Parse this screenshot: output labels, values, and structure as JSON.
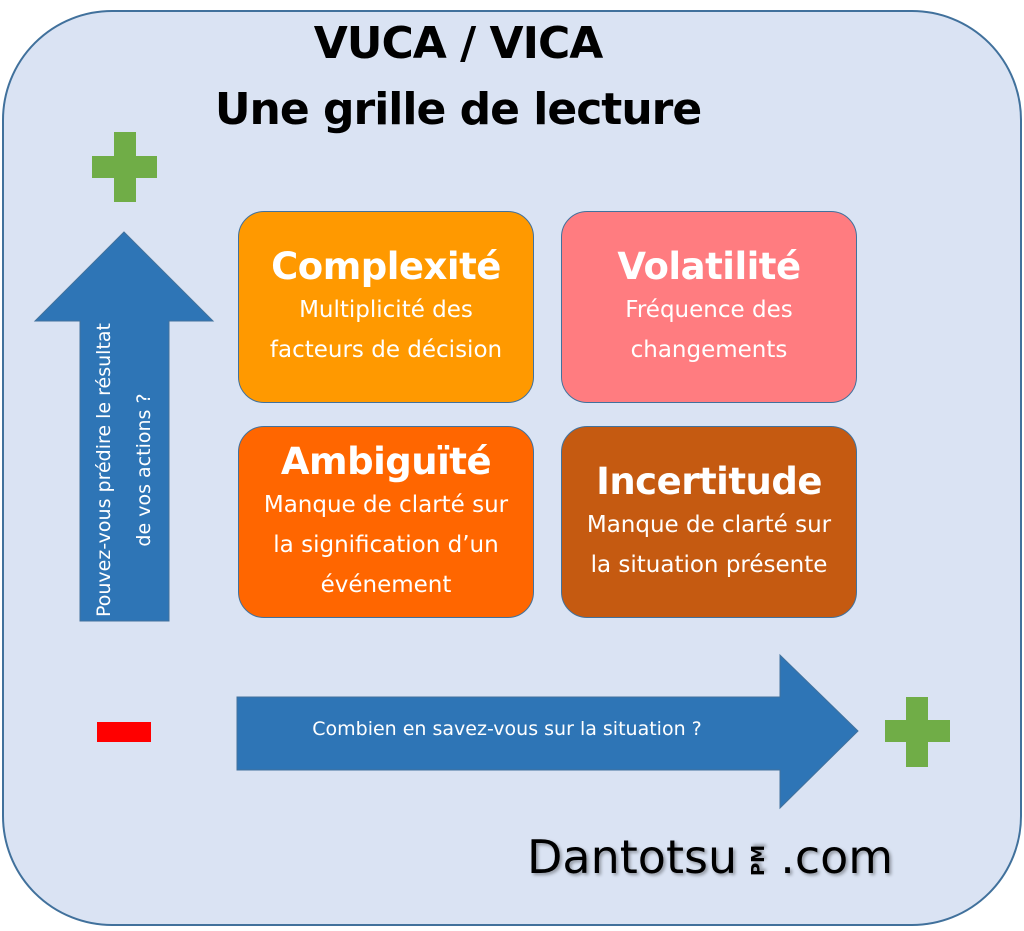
{
  "title": {
    "line1": "VUCA / VICA",
    "line2": "Une grille de lecture"
  },
  "boxes": [
    {
      "title": "Complexité",
      "desc": "Multiplicité des facteurs de décision",
      "color": "#ff9900"
    },
    {
      "title": "Volatilité",
      "desc": "Fréquence des changements",
      "color": "#ff7c80"
    },
    {
      "title": "Ambiguïté",
      "desc": "Manque de clarté sur la signification d’un événement",
      "color": "#ff6600"
    },
    {
      "title": "Incertitude",
      "desc": "Manque de clarté sur la situation présente",
      "color": "#c55a11"
    }
  ],
  "axes": {
    "vertical": "Pouvez-vous prédire le résultat de vos actions ?",
    "horizontal": "Combien en savez-vous sur la situation ?"
  },
  "logo": {
    "name": "Dantotsu",
    "pm": "PM",
    "suffix": ".com"
  },
  "colors": {
    "plus": "#70ad47",
    "minus": "#ff0000",
    "arrow": "#2e75b6"
  }
}
